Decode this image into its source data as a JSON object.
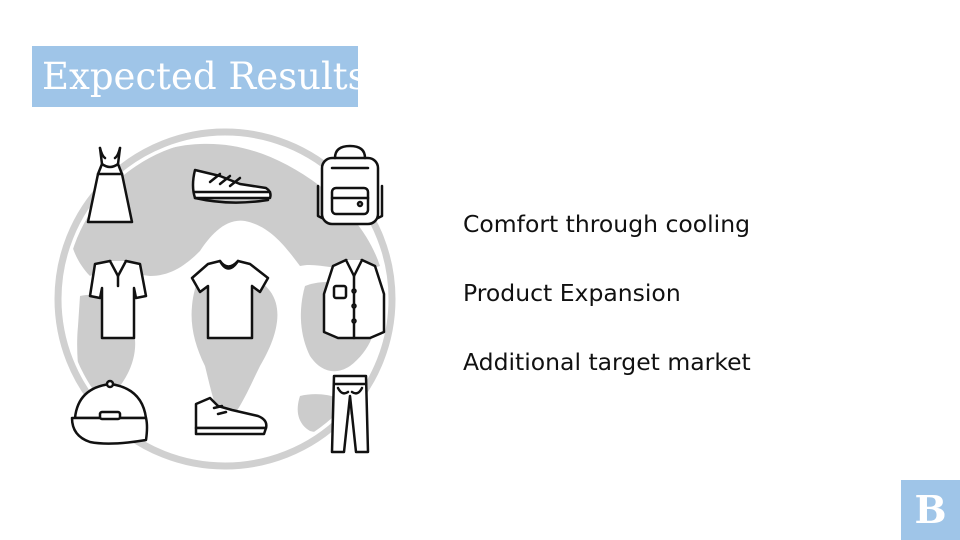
{
  "slide": {
    "title": "Expected Results",
    "bullets": [
      "Comfort through cooling",
      "Product Expansion",
      "Additional target market"
    ],
    "logo_letter": "B"
  },
  "illustration": {
    "background": "globe-icon",
    "icons": [
      "dress-icon",
      "sneaker-icon",
      "backpack-icon",
      "polo-shirt-icon",
      "t-shirt-icon",
      "button-shirt-icon",
      "cap-icon",
      "dress-shoe-icon",
      "jeans-icon"
    ]
  },
  "colors": {
    "accent": "#9fc5e8",
    "globe": "#cfcfcf",
    "text": "#111111"
  }
}
